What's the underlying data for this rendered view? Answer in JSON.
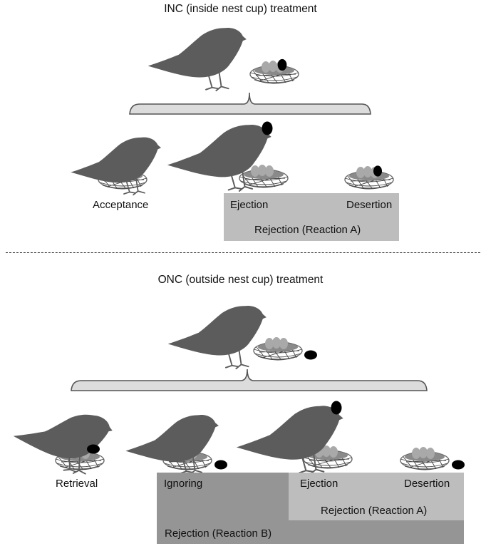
{
  "inc": {
    "title": "INC (inside nest cup) treatment",
    "acceptance": "Acceptance",
    "ejection": "Ejection",
    "desertion": "Desertion",
    "rejection_a": "Rejection (Reaction A)"
  },
  "onc": {
    "title": "ONC (outside nest cup) treatment",
    "retrieval": "Retrieval",
    "ignoring": "Ignoring",
    "ejection": "Ejection",
    "desertion": "Desertion",
    "rejection_a": "Rejection (Reaction A)",
    "rejection_b": "Rejection (Reaction B)"
  },
  "colors": {
    "bird": "#5c5c5c",
    "bracket_fill": "#dcdcdc",
    "reaction_a_box": "#bdbdbd",
    "reaction_b_box": "#959595",
    "nest_egg": "#a9a9a9",
    "parasite_egg": "#000000"
  }
}
